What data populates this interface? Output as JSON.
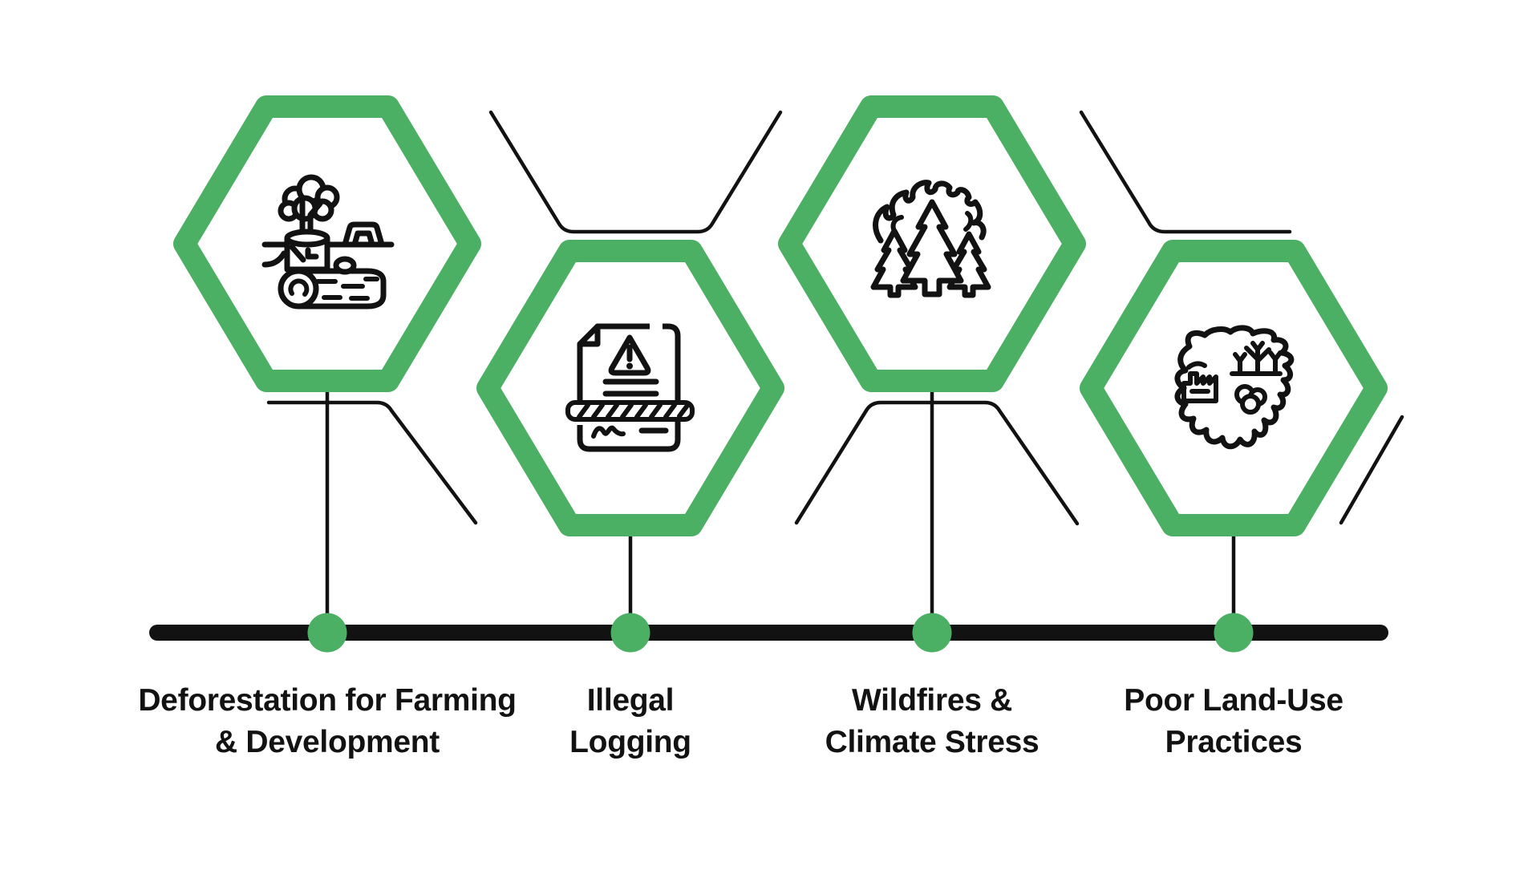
{
  "title": "Causes of deforestation infographic",
  "colors": {
    "accent_green": "#4BB064",
    "ink": "#121212",
    "background": "#ffffff"
  },
  "timeline": {
    "dot_count": 4
  },
  "items": [
    {
      "id": "deforestation",
      "icon": "tree-stump-log-icon",
      "label_line1": "Deforestation for Farming",
      "label_line2": "& Development"
    },
    {
      "id": "illegal-logging",
      "icon": "warning-document-icon",
      "label_line1": "Illegal",
      "label_line2": "Logging"
    },
    {
      "id": "wildfires",
      "icon": "burning-forest-icon",
      "label_line1": "Wildfires &",
      "label_line2": "Climate Stress"
    },
    {
      "id": "land-use",
      "icon": "land-parcel-icon",
      "label_line1": "Poor Land-Use",
      "label_line2": "Practices"
    }
  ]
}
